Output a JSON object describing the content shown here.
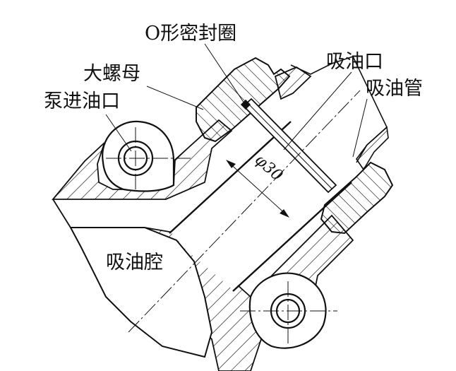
{
  "labels": {
    "o_ring": "O形密封圈",
    "suction_port": "吸油口",
    "big_nut": "大螺母",
    "pump_inlet": "泵进油口",
    "suction_pipe": "吸油管",
    "suction_chamber": "吸油腔",
    "diameter": "φ30"
  }
}
